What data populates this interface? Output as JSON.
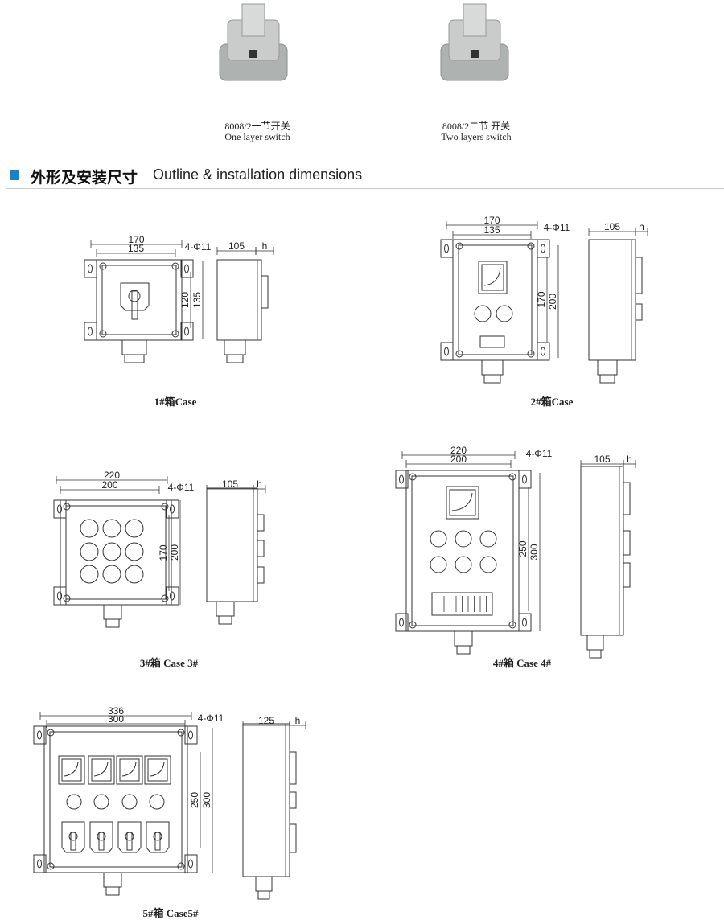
{
  "products": [
    {
      "model": "8008/2一节开关",
      "name": "One layer switch"
    },
    {
      "model": "8008/2二节 开关",
      "name": "Two layers switch"
    }
  ],
  "section": {
    "title_cn": "外形及安装尺寸",
    "title_en": "Outline & installation dimensions",
    "accent": "#1c7fc8"
  },
  "cases": [
    {
      "caption": "1#箱Case",
      "width_outer": "170",
      "width_inner": "135",
      "holes": "4-Φ11",
      "height_inner": "120",
      "height_outer": "135",
      "depth": "105",
      "h": "h"
    },
    {
      "caption": "2#箱Case",
      "width_outer": "170",
      "width_inner": "135",
      "holes": "4-Φ11",
      "height_inner": "170",
      "height_outer": "200",
      "depth": "105",
      "h": "h"
    },
    {
      "caption": "3#箱 Case 3#",
      "width_outer": "220",
      "width_inner": "200",
      "holes": "4-Φ11",
      "height_inner": "170",
      "height_outer": "200",
      "depth": "105",
      "h": "h"
    },
    {
      "caption": "4#箱 Case 4#",
      "width_outer": "220",
      "width_inner": "200",
      "holes": "4-Φ11",
      "height_inner": "250",
      "height_outer": "300",
      "depth": "105",
      "h": "h"
    },
    {
      "caption": "5#箱 Case5#",
      "width_outer": "336",
      "width_inner": "300",
      "holes": "4-Φ11",
      "height_inner": "250",
      "height_outer": "300",
      "depth": "125",
      "h": "h"
    }
  ]
}
